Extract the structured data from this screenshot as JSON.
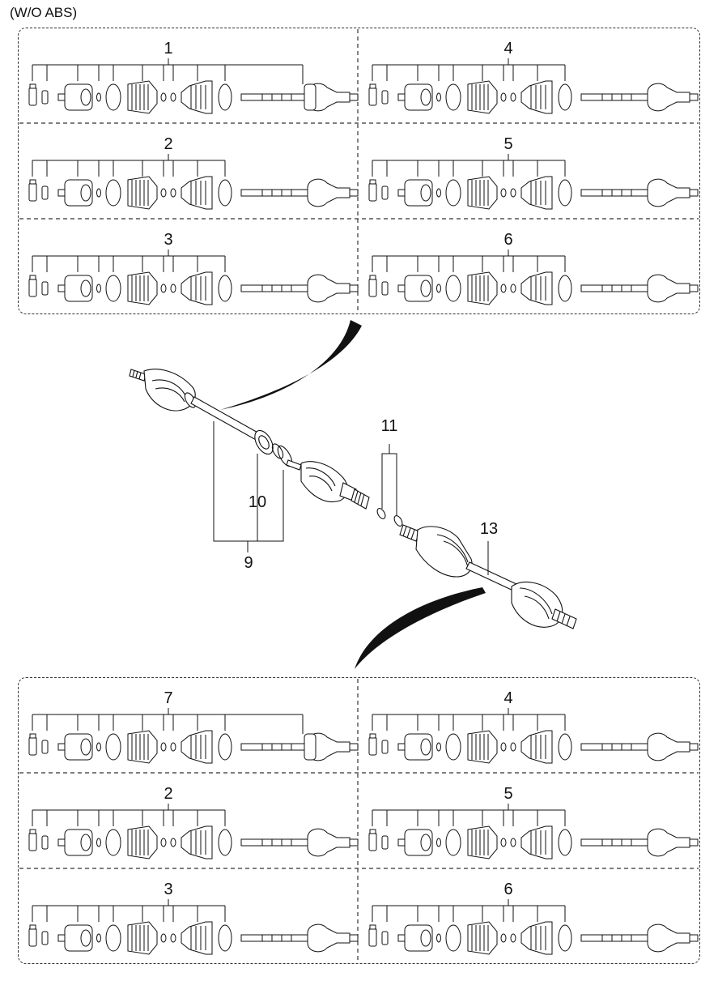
{
  "header_note": "(W/O ABS)",
  "top_panel": {
    "cells": [
      {
        "ref": "1",
        "variant": "long"
      },
      {
        "ref": "4",
        "variant": "plain"
      },
      {
        "ref": "2",
        "variant": "plain"
      },
      {
        "ref": "5",
        "variant": "plain"
      },
      {
        "ref": "3",
        "variant": "plain"
      },
      {
        "ref": "6",
        "variant": "plain"
      }
    ]
  },
  "bottom_panel": {
    "cells": [
      {
        "ref": "7",
        "variant": "long"
      },
      {
        "ref": "4",
        "variant": "plain"
      },
      {
        "ref": "2",
        "variant": "plain"
      },
      {
        "ref": "5",
        "variant": "plain"
      },
      {
        "ref": "3",
        "variant": "plain"
      },
      {
        "ref": "6",
        "variant": "plain"
      }
    ]
  },
  "center_callouts": {
    "c9": "9",
    "c10": "10",
    "c11": "11",
    "c13": "13"
  },
  "colors": {
    "line": "#111111",
    "fill": "#ffffff",
    "dash": "#333333"
  }
}
